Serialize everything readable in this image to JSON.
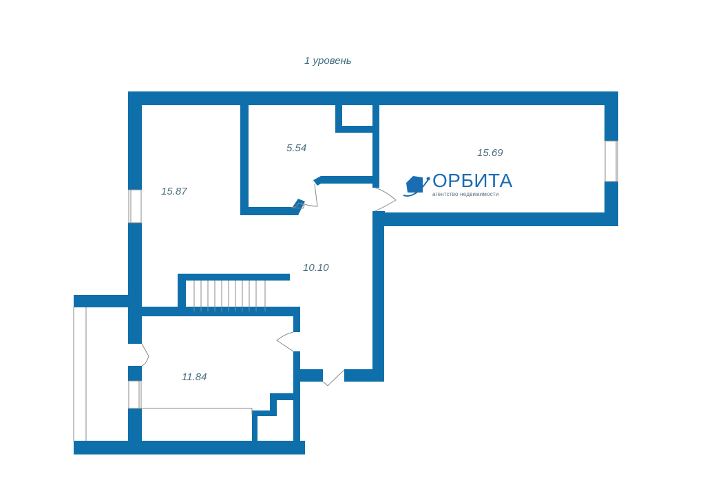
{
  "title": "1 уровень",
  "colors": {
    "wall": "#0f6fab",
    "text": "#4a6d7c",
    "logo": "#1a6cb3",
    "background": "#ffffff"
  },
  "rooms": [
    {
      "id": "room-left",
      "area": "15.87"
    },
    {
      "id": "room-small",
      "area": "5.54"
    },
    {
      "id": "room-right",
      "area": "15.69"
    },
    {
      "id": "room-hall",
      "area": "10.10"
    },
    {
      "id": "room-bottom",
      "area": "11.84"
    }
  ],
  "logo": {
    "name": "ОРБИТА",
    "subtitle": "агентство недвижимости",
    "icon": "house-orbit-icon"
  }
}
